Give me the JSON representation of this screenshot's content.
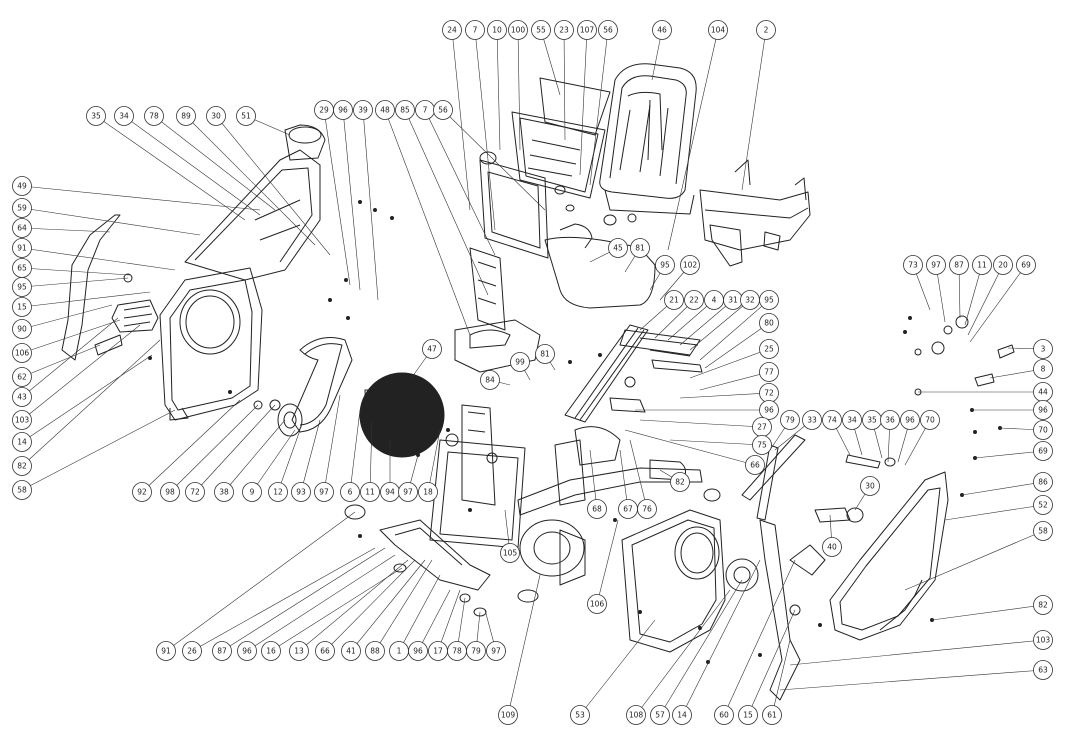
{
  "diagram": {
    "callouts": [
      {
        "id": "c-24",
        "label": "24"
      },
      {
        "id": "c-7a",
        "label": "7"
      },
      {
        "id": "c-10",
        "label": "10"
      },
      {
        "id": "c-100",
        "label": "100"
      },
      {
        "id": "c-55",
        "label": "55"
      },
      {
        "id": "c-23",
        "label": "23"
      },
      {
        "id": "c-107",
        "label": "107"
      },
      {
        "id": "c-56a",
        "label": "56"
      },
      {
        "id": "c-46",
        "label": "46"
      },
      {
        "id": "c-104",
        "label": "104"
      },
      {
        "id": "c-2",
        "label": "2"
      },
      {
        "id": "c-35",
        "label": "35"
      },
      {
        "id": "c-34",
        "label": "34"
      },
      {
        "id": "c-78",
        "label": "78"
      },
      {
        "id": "c-89",
        "label": "89"
      },
      {
        "id": "c-30",
        "label": "30"
      },
      {
        "id": "c-51",
        "label": "51"
      },
      {
        "id": "c-29",
        "label": "29"
      },
      {
        "id": "c-96a",
        "label": "96"
      },
      {
        "id": "c-39",
        "label": "39"
      },
      {
        "id": "c-48",
        "label": "48"
      },
      {
        "id": "c-85",
        "label": "85"
      },
      {
        "id": "c-7b",
        "label": "7"
      },
      {
        "id": "c-56b",
        "label": "56"
      },
      {
        "id": "c-49",
        "label": "49"
      },
      {
        "id": "c-59",
        "label": "59"
      },
      {
        "id": "c-64",
        "label": "64"
      },
      {
        "id": "c-91",
        "label": "91"
      },
      {
        "id": "c-65",
        "label": "65"
      },
      {
        "id": "c-95a",
        "label": "95"
      },
      {
        "id": "c-15",
        "label": "15"
      },
      {
        "id": "c-90",
        "label": "90"
      },
      {
        "id": "c-106a",
        "label": "106"
      },
      {
        "id": "c-62",
        "label": "62"
      },
      {
        "id": "c-43",
        "label": "43"
      },
      {
        "id": "c-103a",
        "label": "103"
      },
      {
        "id": "c-14a",
        "label": "14"
      },
      {
        "id": "c-82a",
        "label": "82"
      },
      {
        "id": "c-58a",
        "label": "58"
      },
      {
        "id": "c-45",
        "label": "45"
      },
      {
        "id": "c-81a",
        "label": "81"
      },
      {
        "id": "c-95b",
        "label": "95"
      },
      {
        "id": "c-102",
        "label": "102"
      },
      {
        "id": "c-21",
        "label": "21"
      },
      {
        "id": "c-22",
        "label": "22"
      },
      {
        "id": "c-4",
        "label": "4"
      },
      {
        "id": "c-31",
        "label": "31"
      },
      {
        "id": "c-32",
        "label": "32"
      },
      {
        "id": "c-95c",
        "label": "95"
      },
      {
        "id": "c-80",
        "label": "80"
      },
      {
        "id": "c-25",
        "label": "25"
      },
      {
        "id": "c-77",
        "label": "77"
      },
      {
        "id": "c-72a",
        "label": "72"
      },
      {
        "id": "c-96b",
        "label": "96"
      },
      {
        "id": "c-27",
        "label": "27"
      },
      {
        "id": "c-75",
        "label": "75"
      },
      {
        "id": "c-66a",
        "label": "66"
      },
      {
        "id": "c-47",
        "label": "47"
      },
      {
        "id": "c-99",
        "label": "99"
      },
      {
        "id": "c-81b",
        "label": "81"
      },
      {
        "id": "c-84",
        "label": "84"
      },
      {
        "id": "c-73",
        "label": "73"
      },
      {
        "id": "c-97a",
        "label": "97"
      },
      {
        "id": "c-87a",
        "label": "87"
      },
      {
        "id": "c-11",
        "label": "11"
      },
      {
        "id": "c-20",
        "label": "20"
      },
      {
        "id": "c-69a",
        "label": "69"
      },
      {
        "id": "c-3",
        "label": "3"
      },
      {
        "id": "c-8",
        "label": "8"
      },
      {
        "id": "c-44",
        "label": "44"
      },
      {
        "id": "c-96c",
        "label": "96"
      },
      {
        "id": "c-70a",
        "label": "70"
      },
      {
        "id": "c-69b",
        "label": "69"
      },
      {
        "id": "c-86",
        "label": "86"
      },
      {
        "id": "c-52",
        "label": "52"
      },
      {
        "id": "c-58b",
        "label": "58"
      },
      {
        "id": "c-82b",
        "label": "82"
      },
      {
        "id": "c-103b",
        "label": "103"
      },
      {
        "id": "c-63",
        "label": "63"
      },
      {
        "id": "c-79",
        "label": "79"
      },
      {
        "id": "c-33",
        "label": "33"
      },
      {
        "id": "c-74",
        "label": "74"
      },
      {
        "id": "c-34b",
        "label": "34"
      },
      {
        "id": "c-35b",
        "label": "35"
      },
      {
        "id": "c-36",
        "label": "36"
      },
      {
        "id": "c-96d",
        "label": "96"
      },
      {
        "id": "c-70b",
        "label": "70"
      },
      {
        "id": "c-30b",
        "label": "30"
      },
      {
        "id": "c-40",
        "label": "40"
      },
      {
        "id": "c-92",
        "label": "92"
      },
      {
        "id": "c-98",
        "label": "98"
      },
      {
        "id": "c-72b",
        "label": "72"
      },
      {
        "id": "c-38",
        "label": "38"
      },
      {
        "id": "c-9",
        "label": "9"
      },
      {
        "id": "c-12",
        "label": "12"
      },
      {
        "id": "c-93",
        "label": "93"
      },
      {
        "id": "c-97b",
        "label": "97"
      },
      {
        "id": "c-6",
        "label": "6"
      },
      {
        "id": "c-11b",
        "label": "11"
      },
      {
        "id": "c-94",
        "label": "94"
      },
      {
        "id": "c-97c",
        "label": "97"
      },
      {
        "id": "c-18",
        "label": "18"
      },
      {
        "id": "c-68",
        "label": "68"
      },
      {
        "id": "c-67",
        "label": "67"
      },
      {
        "id": "c-76",
        "label": "76"
      },
      {
        "id": "c-82c",
        "label": "82"
      },
      {
        "id": "c-105",
        "label": "105"
      },
      {
        "id": "c-106b",
        "label": "106"
      },
      {
        "id": "c-91b",
        "label": "91"
      },
      {
        "id": "c-26",
        "label": "26"
      },
      {
        "id": "c-87b",
        "label": "87"
      },
      {
        "id": "c-96e",
        "label": "96"
      },
      {
        "id": "c-16",
        "label": "16"
      },
      {
        "id": "c-13",
        "label": "13"
      },
      {
        "id": "c-66b",
        "label": "66"
      },
      {
        "id": "c-41",
        "label": "41"
      },
      {
        "id": "c-88",
        "label": "88"
      },
      {
        "id": "c-1",
        "label": "1"
      },
      {
        "id": "c-96f",
        "label": "96"
      },
      {
        "id": "c-17",
        "label": "17"
      },
      {
        "id": "c-78b",
        "label": "78"
      },
      {
        "id": "c-79b",
        "label": "79"
      },
      {
        "id": "c-97d",
        "label": "97"
      },
      {
        "id": "c-109",
        "label": "109"
      },
      {
        "id": "c-53",
        "label": "53"
      },
      {
        "id": "c-108",
        "label": "108"
      },
      {
        "id": "c-57",
        "label": "57"
      },
      {
        "id": "c-14b",
        "label": "14"
      },
      {
        "id": "c-60",
        "label": "60"
      },
      {
        "id": "c-15b",
        "label": "15"
      },
      {
        "id": "c-61",
        "label": "61"
      }
    ]
  }
}
